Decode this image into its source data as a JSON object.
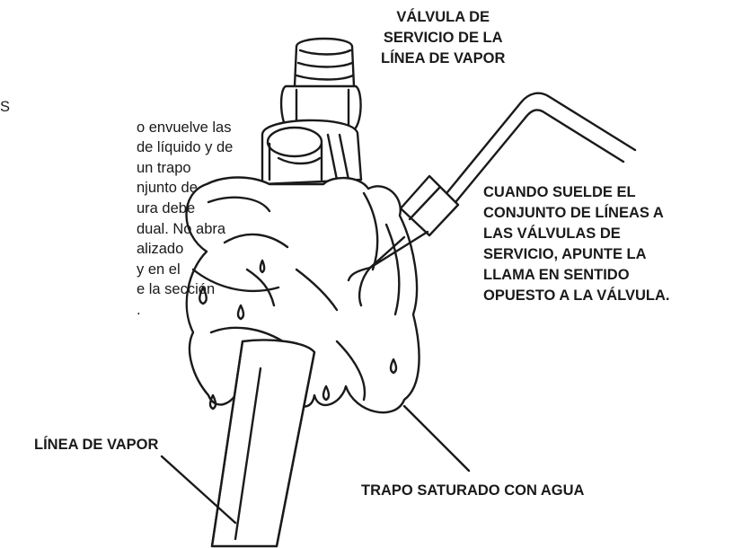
{
  "labels": {
    "valve": [
      "VÁLVULA DE",
      "SERVICIO DE LA",
      "LÍNEA DE VAPOR"
    ],
    "warning": [
      "CUANDO SUELDE EL",
      "CONJUNTO DE LÍNEAS A",
      "LAS VÁLVULAS DE",
      "SERVICIO, APUNTE LA",
      "LLAMA EN SENTIDO",
      "OPUESTO A LA VÁLVULA."
    ],
    "vapor_line": "LÍNEA DE VAPOR",
    "wet_rag": "TRAPO SATURADO CON AGUA"
  },
  "partial_text": {
    "heading_fragment": "S",
    "lines": [
      "o envuelve las",
      "de líquido y de",
      "un trapo",
      "njunto de",
      "ura debe",
      "dual. No abra",
      "alizado",
      "y en el",
      "e la sección",
      "."
    ]
  },
  "colors": {
    "ink": "#1a1a1a",
    "background": "#ffffff"
  }
}
